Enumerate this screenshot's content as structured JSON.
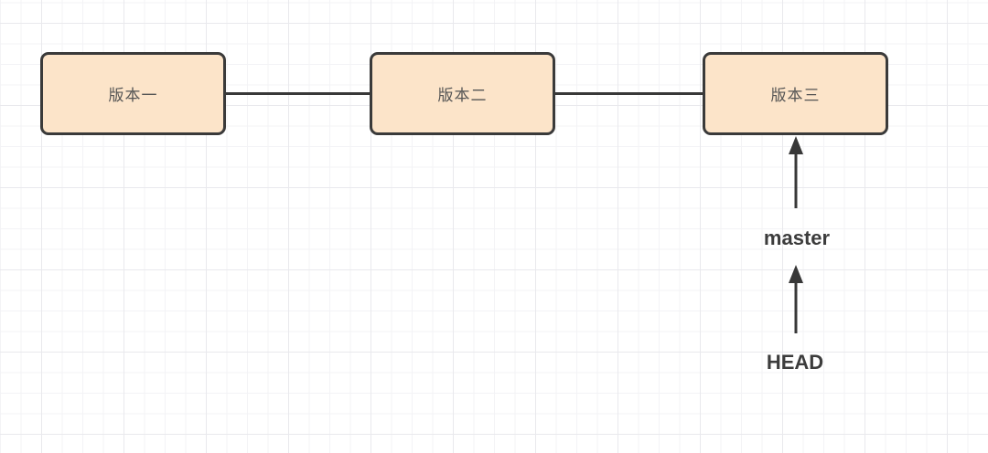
{
  "diagram": {
    "nodes": [
      {
        "id": "version-1",
        "label": "版本一"
      },
      {
        "id": "version-2",
        "label": "版本二"
      },
      {
        "id": "version-3",
        "label": "版本三"
      }
    ],
    "edges": [
      {
        "from": "version-1",
        "to": "version-2",
        "type": "line"
      },
      {
        "from": "version-2",
        "to": "version-3",
        "type": "line"
      }
    ],
    "pointers": [
      {
        "label": "master",
        "points_to": "版本三",
        "icon": "arrow-up-icon"
      },
      {
        "label": "HEAD",
        "points_to": "master",
        "icon": "arrow-up-icon"
      }
    ],
    "colors": {
      "background": "#ffffff",
      "grid_minor": "#f3f3f6",
      "grid_major": "#e9e9ed",
      "node_fill": "#fce4c9",
      "node_border": "#3a3a3a",
      "line": "#383838",
      "node_text": "#545454",
      "label_text": "#3c3c3c"
    }
  }
}
